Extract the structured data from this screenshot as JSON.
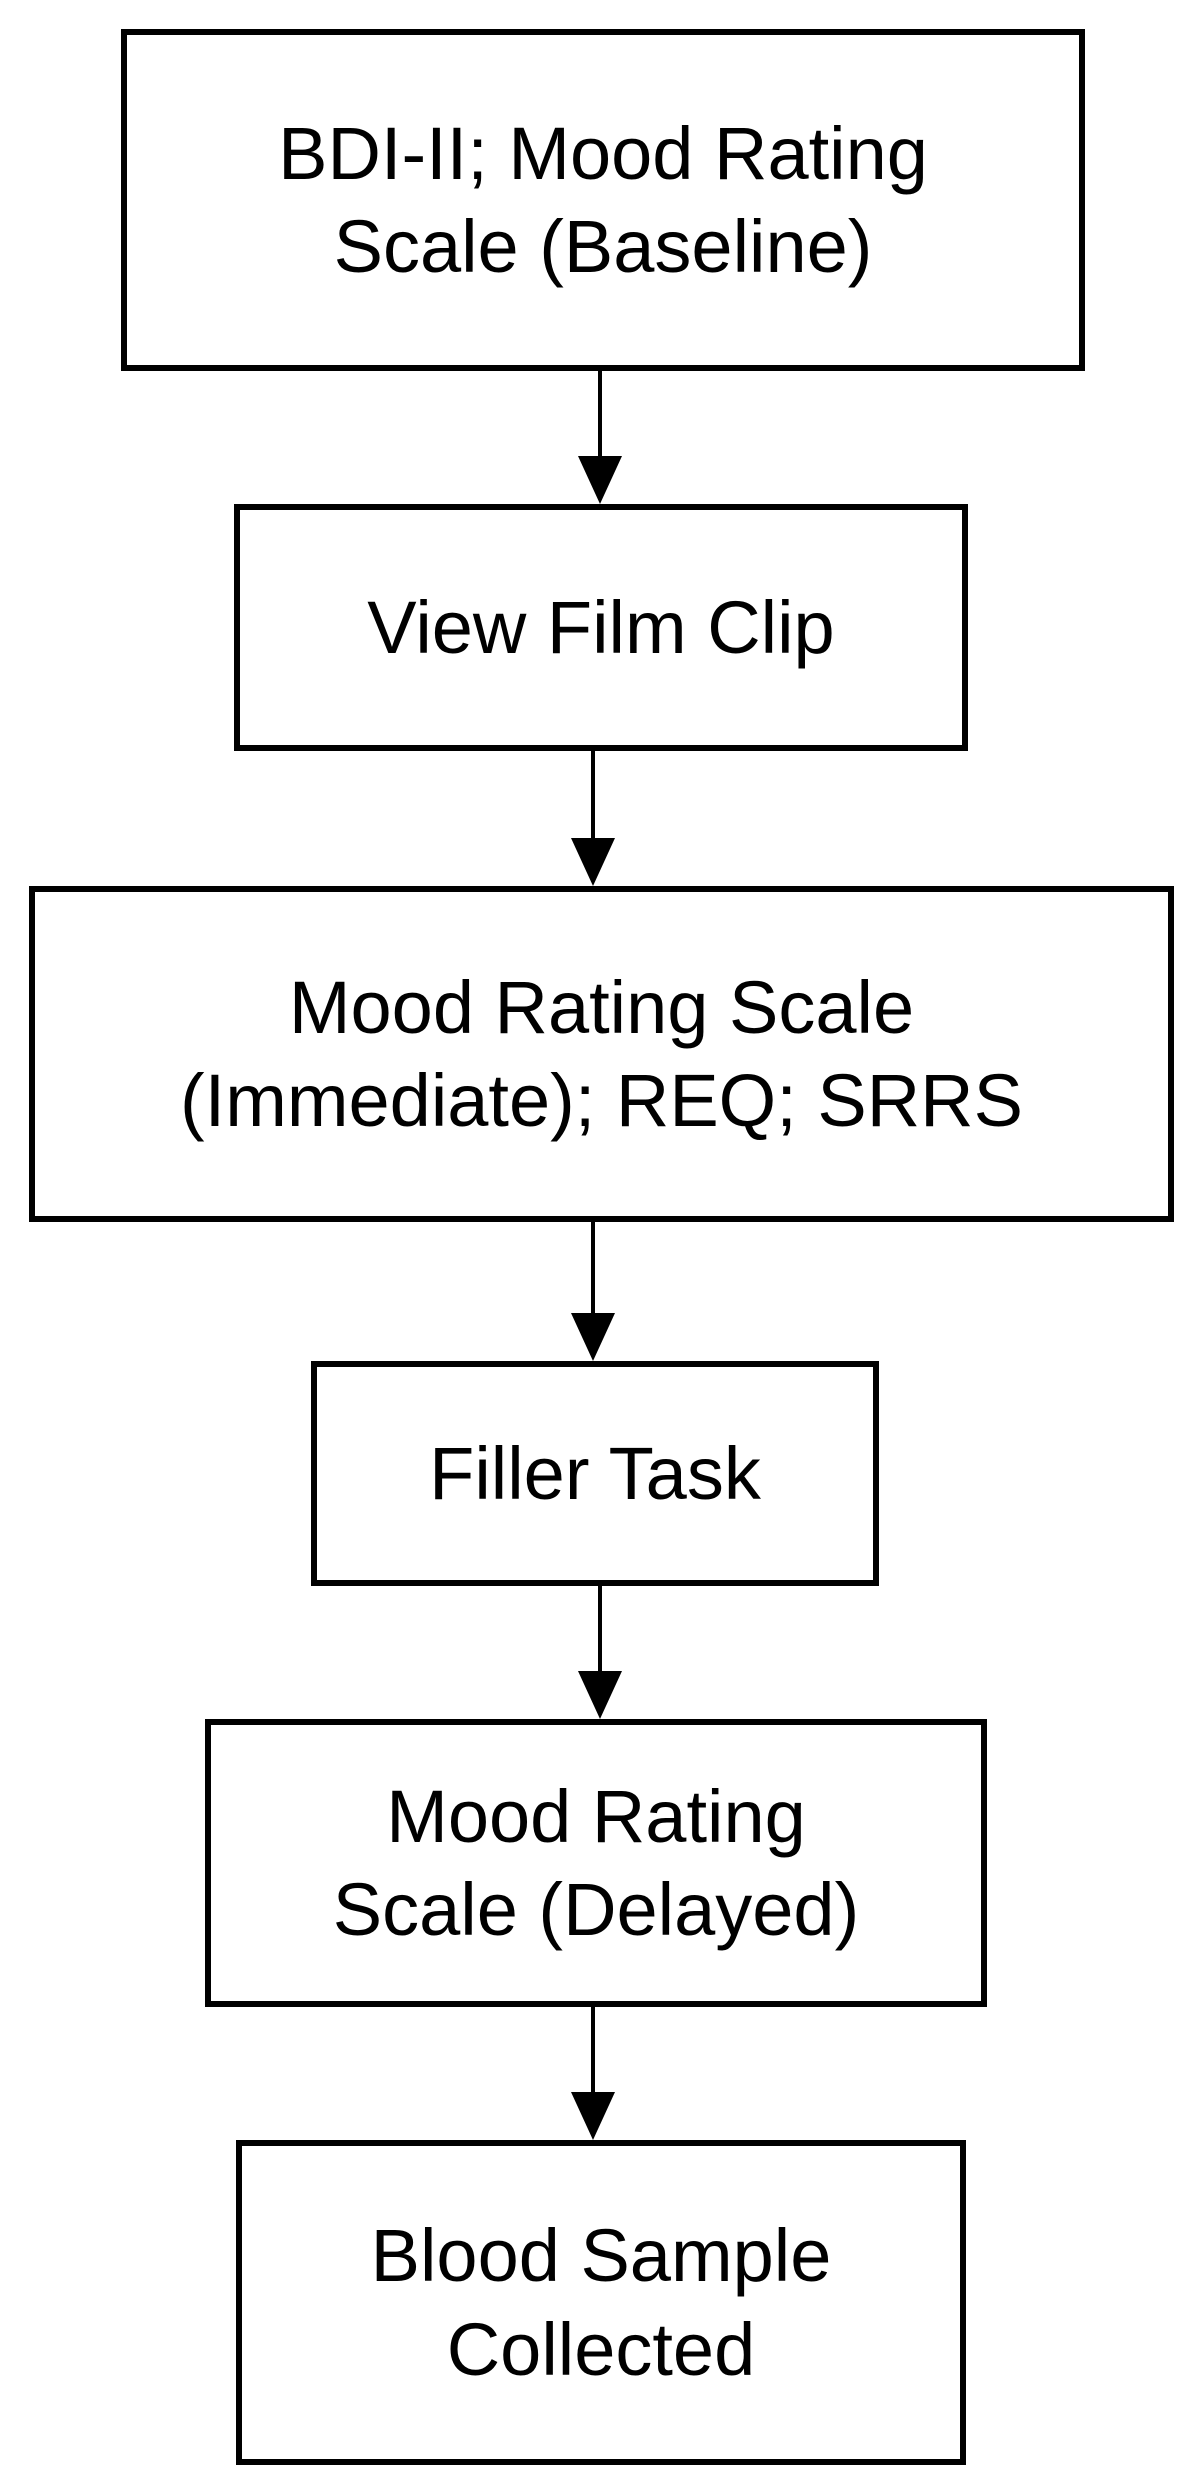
{
  "flowchart": {
    "steps": [
      {
        "lines": [
          "BDI-II; Mood Rating",
          "Scale (Baseline)"
        ]
      },
      {
        "lines": [
          "View Film Clip"
        ]
      },
      {
        "lines": [
          "Mood Rating Scale",
          "(Immediate); REQ; SRRS"
        ]
      },
      {
        "lines": [
          "Filler Task"
        ]
      },
      {
        "lines": [
          "Mood Rating",
          "Scale (Delayed)"
        ]
      },
      {
        "lines": [
          "Blood Sample",
          "Collected"
        ]
      }
    ]
  },
  "colors": {
    "stroke": "#000000",
    "background": "#ffffff"
  }
}
